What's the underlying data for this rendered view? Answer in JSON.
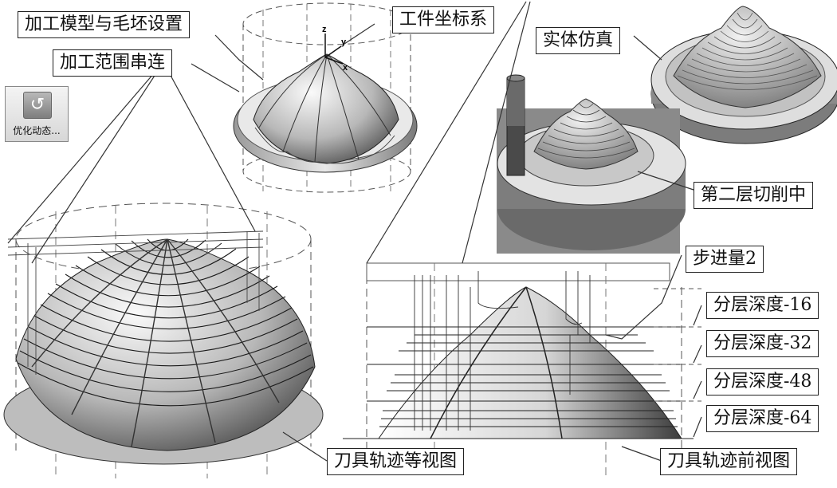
{
  "labels": {
    "model_blank_setup": "加工模型与毛坯设置",
    "workpiece_coord": "工件坐标系",
    "range_series": "加工范围串连",
    "solid_sim": "实体仿真",
    "layer_cutting": "第二层切削中",
    "step_over": "步进量2",
    "depth_16": "分层深度-16",
    "depth_32": "分层深度-32",
    "depth_48": "分层深度-48",
    "depth_64": "分层深度-64",
    "iso_view": "刀具轨迹等视图",
    "front_view": "刀具轨迹前视图"
  },
  "toolbar": {
    "optimize_label": "优化动态..."
  },
  "axes": {
    "x": "x",
    "y": "y",
    "z": "z"
  },
  "colors": {
    "background": "#ffffff",
    "line": "#222222",
    "shade_dark": "#555555",
    "shade_light": "#eeeeee",
    "gray_panel": "#8a8a8a"
  },
  "icons": {
    "optimize": "dynamic-roughing-icon"
  }
}
